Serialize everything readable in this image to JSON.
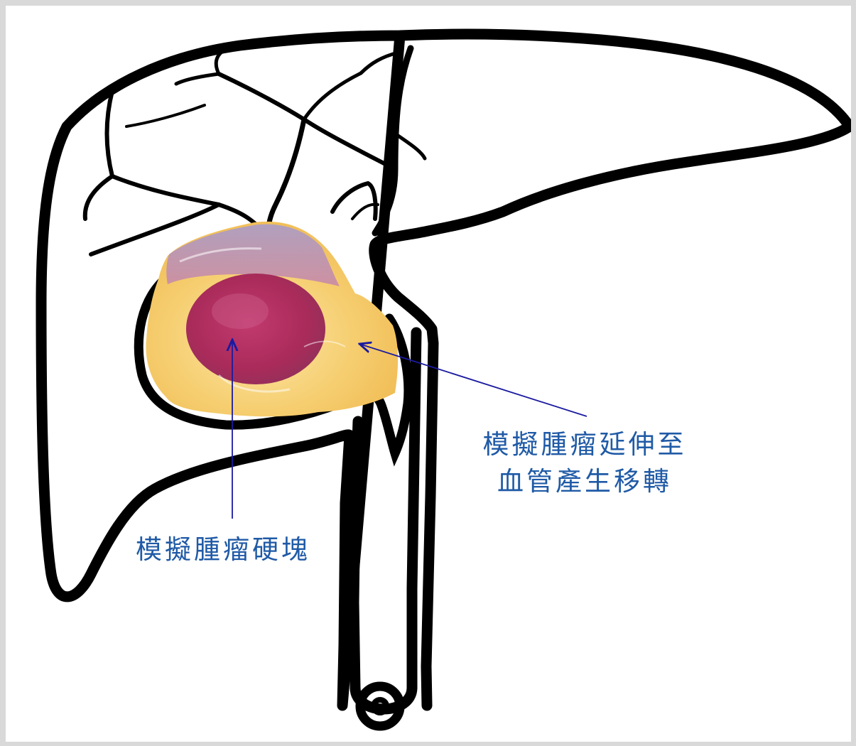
{
  "labels": {
    "tumor_extension_line1": "模擬腫瘤延伸至",
    "tumor_extension_line2": "血管產生移轉",
    "tumor_mass": "模擬腫瘤硬塊"
  },
  "colors": {
    "background": "#ffffff",
    "frame": "#d9d9d9",
    "outline": "#000000",
    "label_text": "#1f5aa6",
    "arrow": "#1a1aa0",
    "tumor_core": "#b2305e",
    "tumor_halo": "#9a86b8",
    "gel_yellow": "#f3c25c"
  },
  "icons": {
    "liver": "liver-outline-icon",
    "vessel": "vessel-icon",
    "tumor": "tumor-mass-icon"
  }
}
